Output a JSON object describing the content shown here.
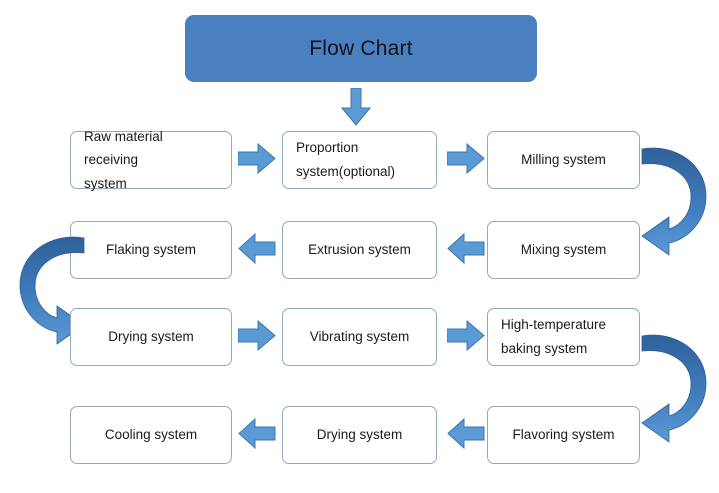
{
  "title": {
    "text": "Flow Chart"
  },
  "colors": {
    "title_fill": "#4a80bf",
    "arrow_fill": "#5b9bd5",
    "arrow_stroke": "#3c74ad",
    "curve_dark": "#2f6199",
    "curve_light": "#5b9bd5",
    "box_border": "#93a9bd",
    "box_fill": "#ffffff",
    "text": "#1a1a1a"
  },
  "rows": [
    {
      "direction": "left-to-right",
      "nodes": [
        {
          "label": "Raw material receiving\nsystem",
          "align": "left"
        },
        {
          "label": "Proportion\nsystem(optional)",
          "align": "left"
        },
        {
          "label": "Milling system",
          "align": "center"
        }
      ]
    },
    {
      "direction": "right-to-left",
      "nodes": [
        {
          "label": "Flaking  system",
          "align": "center"
        },
        {
          "label": "Extrusion system",
          "align": "center"
        },
        {
          "label": "Mixing system",
          "align": "center"
        }
      ]
    },
    {
      "direction": "left-to-right",
      "nodes": [
        {
          "label": "Drying system",
          "align": "center"
        },
        {
          "label": "Vibrating system",
          "align": "center"
        },
        {
          "label": "High-temperature\nbaking system",
          "align": "left"
        }
      ]
    },
    {
      "direction": "right-to-left",
      "nodes": [
        {
          "label": "Cooling system",
          "align": "center"
        },
        {
          "label": "Drying system",
          "align": "center"
        },
        {
          "label": "Flavoring system",
          "align": "center"
        }
      ]
    }
  ],
  "connectors": {
    "title_down": "down-arrow-icon",
    "r1_a": "right-arrow-icon",
    "r1_b": "right-arrow-icon",
    "r2_a": "left-arrow-icon",
    "r2_b": "left-arrow-icon",
    "r3_a": "right-arrow-icon",
    "r3_b": "right-arrow-icon",
    "r4_a": "left-arrow-icon",
    "r4_b": "left-arrow-icon",
    "uturn_right_top": "u-turn-arrow-down-icon",
    "uturn_left": "u-turn-arrow-down-icon",
    "uturn_right_bottom": "u-turn-arrow-down-icon"
  }
}
